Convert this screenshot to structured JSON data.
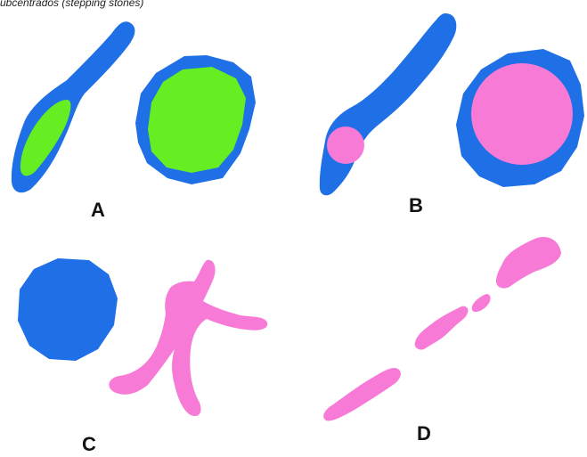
{
  "caption": "ubcentrados (stepping stones)",
  "panels": [
    {
      "id": "A",
      "label": "A"
    },
    {
      "id": "B",
      "label": "B"
    },
    {
      "id": "C",
      "label": "C"
    },
    {
      "id": "D",
      "label": "D"
    }
  ],
  "colors": {
    "matrix_blue": "#1f6fe6",
    "habitat_green": "#66ee22",
    "habitat_pink": "#f77ad6",
    "background": "#ffffff"
  }
}
